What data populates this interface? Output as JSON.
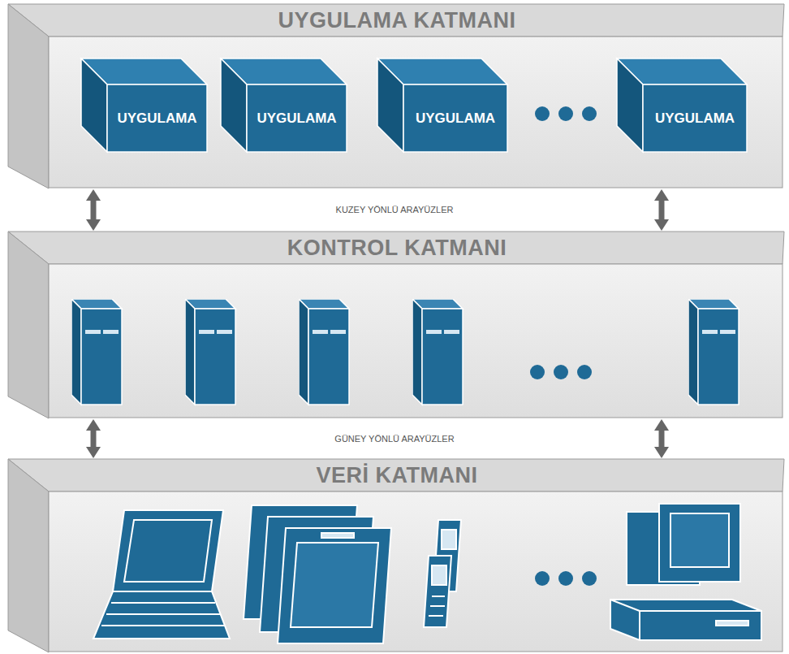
{
  "diagram": {
    "nodes": [
      {
        "text": [
          "UYGULAMA KATMANI"
        ]
      },
      {
        "text": [
          "UYGULAMA"
        ],
        "in": 0
      },
      {
        "text": [
          "UYGULAMA"
        ],
        "in": 0
      },
      {
        "text": [
          "UYGULAMA"
        ],
        "in": 0
      },
      {
        "text": [
          "UYGULAMA"
        ],
        "in": 0
      },
      {
        "text": [
          "KONTROL KATMANI"
        ]
      },
      {
        "text": [
          "VERİ KATMANI"
        ]
      }
    ],
    "edges": [
      {
        "from": 0,
        "to": 5,
        "arrow": "both"
      },
      {
        "from": 0,
        "to": 5,
        "arrow": "both"
      },
      {
        "from": 5,
        "to": 6,
        "arrow": "both"
      },
      {
        "from": 5,
        "to": 6,
        "arrow": "both"
      }
    ],
    "labels": [
      "KUZEY YÖNLÜ ARAYÜZLER",
      "GÜNEY YÖNLÜ ARAYÜZLER"
    ]
  }
}
